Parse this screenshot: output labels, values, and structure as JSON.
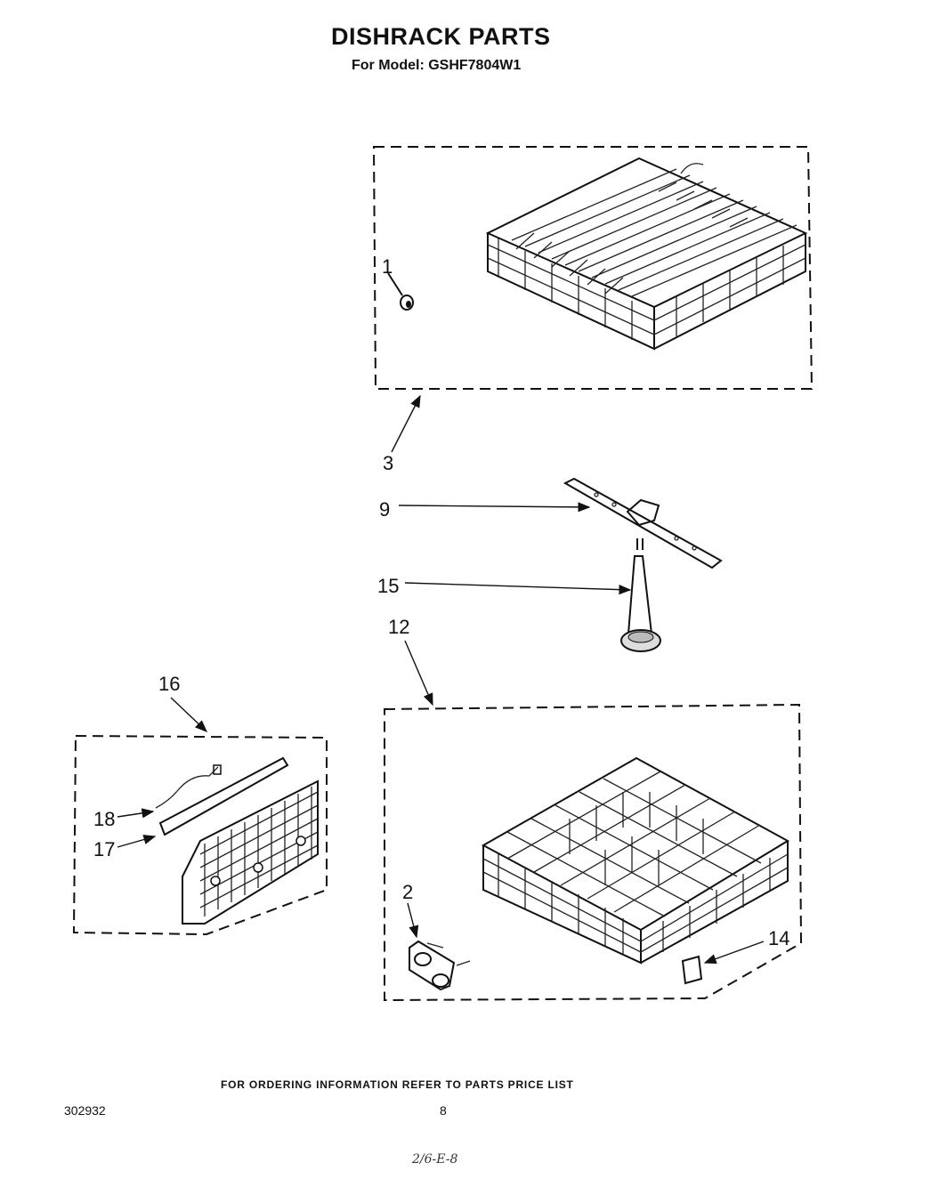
{
  "header": {
    "title": "DISHRACK PARTS",
    "subtitle": "For Model: GSHF7804W1"
  },
  "callouts": [
    "1",
    "3",
    "9",
    "15",
    "12",
    "16",
    "18",
    "17",
    "2",
    "14"
  ],
  "footer": {
    "ordering_note": "FOR ORDERING INFORMATION REFER TO PARTS PRICE LIST",
    "document_number": "302932",
    "page_number": "8",
    "handwritten_note": "2/6-E-8"
  }
}
